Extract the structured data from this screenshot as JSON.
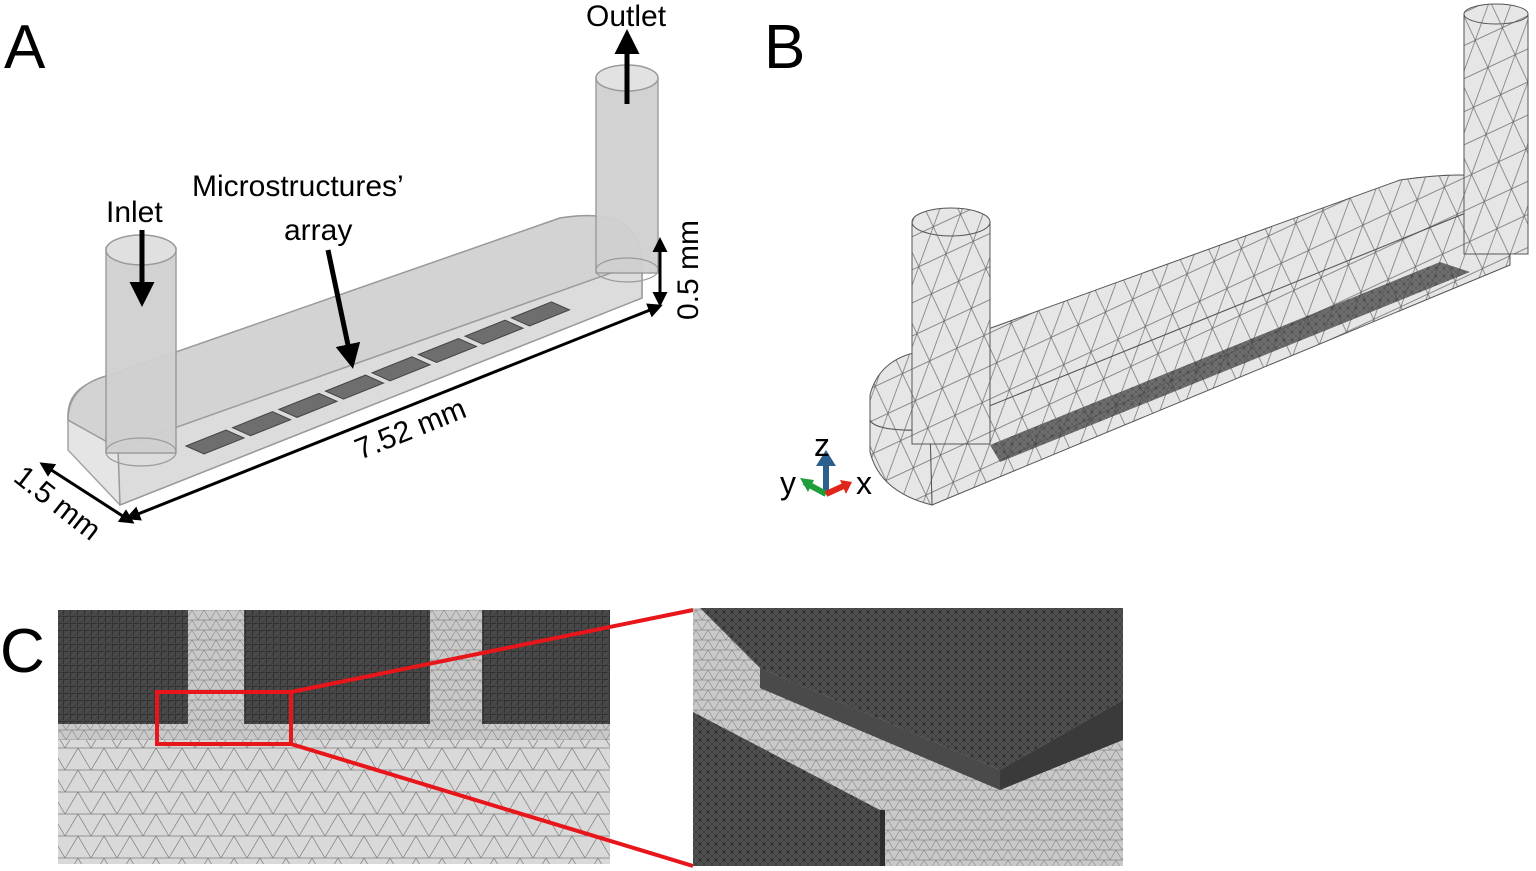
{
  "panels": {
    "a": {
      "letter": "A",
      "inlet_label": "Inlet",
      "outlet_label": "Outlet",
      "array_label_line1": "Microstructures’",
      "array_label_line2": "array",
      "length_label": "7.52 mm",
      "width_label": "1.5 mm",
      "height_label": "0.5 mm",
      "microstructure_count": 8
    },
    "b": {
      "letter": "B",
      "axis_z": "z",
      "axis_y": "y",
      "axis_x": "x",
      "axis_colors": {
        "z": "#2b5f8c",
        "y": "#1e9e3a",
        "x": "#e0261b"
      }
    },
    "c": {
      "letter": "C",
      "highlight_color": "#e8151b"
    }
  },
  "colors": {
    "channel_fill": "#d6d6d6",
    "channel_edge": "#9a9a9a",
    "mesh_dark": "#3a3a3a",
    "mesh_light": "#cfcfcf"
  }
}
